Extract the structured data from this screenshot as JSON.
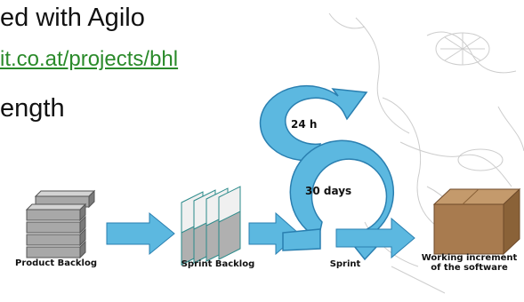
{
  "slide": {
    "line1": "ed with Agilo",
    "line2": "it.co.at/projects/bhl",
    "line3": "ength"
  },
  "diagram": {
    "cycle_daily": "24 h",
    "cycle_sprint": "30 days",
    "labels": {
      "product_backlog": "Product Backlog",
      "sprint_backlog": "Sprint Backlog",
      "sprint": "Sprint",
      "working_increment_line1": "Working increment",
      "working_increment_line2": "of the software"
    },
    "colors": {
      "arrow_fill": "#5cb8e0",
      "arrow_stroke": "#2a7fb0",
      "backlog_gray": "#a8a8a8",
      "box_brown": "#a87b4f",
      "link_green": "#2a8a2a"
    }
  }
}
